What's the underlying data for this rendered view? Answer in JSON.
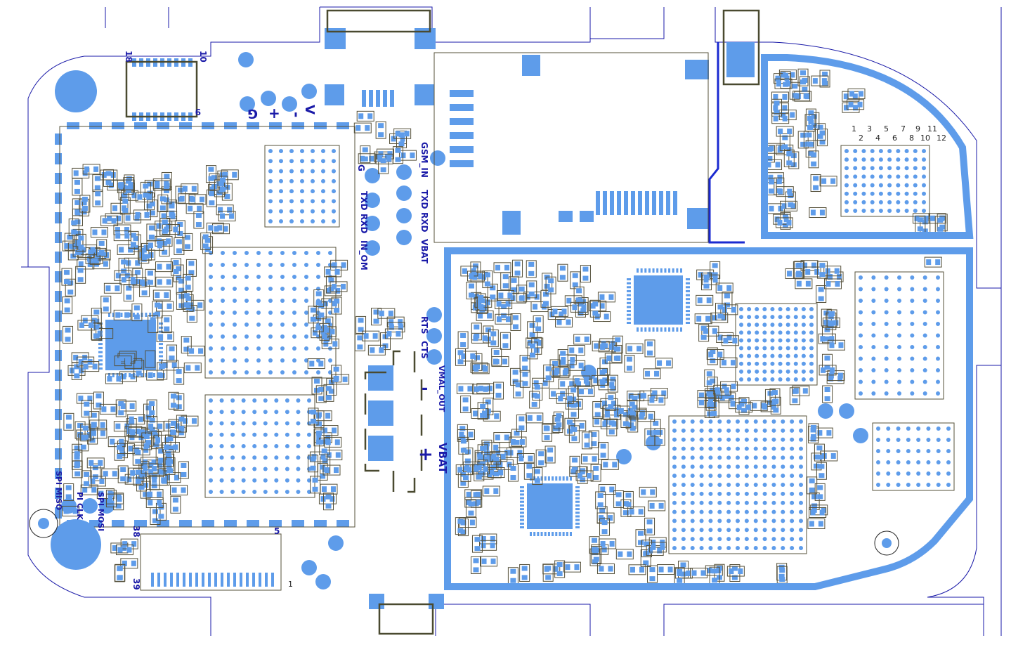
{
  "title": "PCB component layout",
  "colors": {
    "pad": "#5e9cea",
    "silkscreen": "#1a1aa8",
    "outline": "#55503a",
    "background": "#ffffff"
  },
  "labels": {
    "g_top": "G",
    "plus_top": "+",
    "minus_top": "-",
    "v_top": "V",
    "g_mid": "G",
    "txd_1": "TXD",
    "rxd_1": "RXD",
    "mo_in": "IN_OM",
    "gsm_in": "GSM_IN",
    "txd_2": "TXD",
    "rxd_2": "RXD",
    "vbat_1": "VBAT",
    "cts": "CTS",
    "rts": "RTS",
    "vmal": "VMAL_OUT",
    "minus_mid": "-",
    "plus_mid": "+",
    "vbat_2": "VBAT",
    "spi_miso": "SPI MISO",
    "spi_clk": "PI CLK",
    "spi_mosi": "SPI MOSI"
  },
  "pin_numbers": {
    "p18": "18",
    "p10": "10",
    "p9": "9",
    "p38": "38",
    "p39": "39",
    "p5": "5",
    "p1": "1",
    "r1": "1",
    "r2": "2",
    "r3": "3",
    "r4": "4",
    "r5": "5",
    "r6": "6",
    "r7": "7",
    "r8": "8",
    "r9": "9",
    "r10": "10",
    "r11": "11",
    "r12": "12"
  }
}
